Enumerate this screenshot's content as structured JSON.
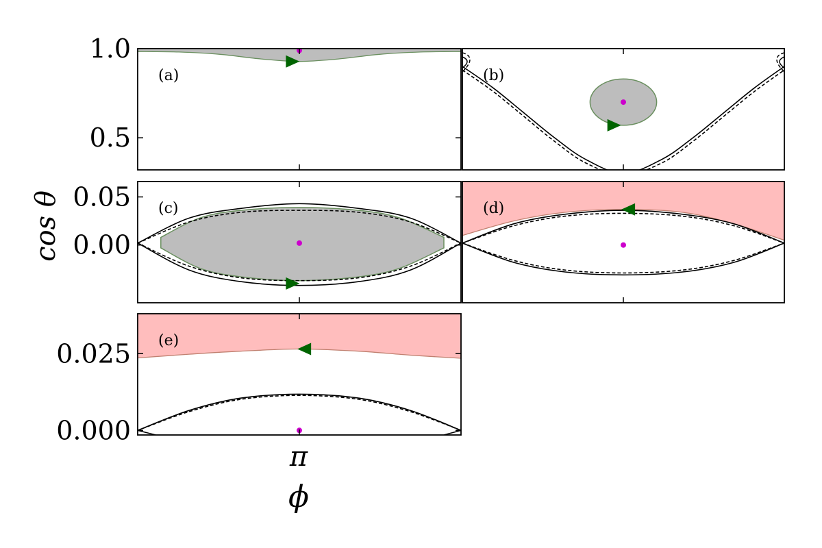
{
  "figure": {
    "ylabel": "cos θ",
    "xlabel": "ϕ",
    "xtick_label": "π",
    "colors": {
      "stable_fill": "#bdbdbd",
      "stable_edge": "#6a8f5f",
      "unstable_fill": "#ffbdbd",
      "unstable_edge": "#c08070",
      "fixed_point": "#cc00cc",
      "arrow": "#006400",
      "curve": "#000000"
    }
  },
  "chart_data": [
    {
      "panel": "(a)",
      "type": "line",
      "xlim": [
        0,
        6.2832
      ],
      "ylim": [
        0.32,
        1.0
      ],
      "yticks": [
        "0.5",
        "1.0"
      ],
      "ytick_values": [
        0.5,
        1.0
      ],
      "region": {
        "kind": "stable",
        "x": [
          0,
          0.8,
          1.6,
          2.4,
          3.1416,
          3.9,
          4.7,
          5.5,
          6.2832
        ],
        "lower": [
          0.984,
          0.981,
          0.968,
          0.942,
          0.928,
          0.942,
          0.968,
          0.981,
          0.984
        ],
        "upper_value": 1.0
      },
      "fixed_point": [
        3.1416,
        0.99
      ],
      "arrow": {
        "x": 3.0,
        "y": 0.928,
        "direction": "right"
      },
      "curves": []
    },
    {
      "panel": "(b)",
      "type": "line",
      "xlim": [
        0,
        6.2832
      ],
      "ylim": [
        0.32,
        1.0
      ],
      "yticks": [],
      "ytick_values": [],
      "region": {
        "kind": "stable-closed",
        "center": [
          3.1416,
          0.7
        ],
        "rx": 0.65,
        "ry": 0.13
      },
      "fixed_point": [
        3.1416,
        0.7
      ],
      "arrow": {
        "x": 2.95,
        "y": 0.57,
        "direction": "right"
      },
      "curves": [
        {
          "style": "solid",
          "x": [
            0,
            0.6,
            1.2,
            1.8,
            2.4,
            3.1416,
            3.9,
            4.5,
            5.1,
            5.7,
            6.2832
          ],
          "y": [
            0.9,
            0.78,
            0.64,
            0.5,
            0.38,
            0.3,
            0.38,
            0.5,
            0.64,
            0.78,
            0.9
          ]
        },
        {
          "style": "dashed",
          "x": [
            0,
            0.6,
            1.2,
            1.8,
            2.4,
            3.1416,
            3.9,
            4.5,
            5.1,
            5.7,
            6.2832
          ],
          "y": [
            0.88,
            0.76,
            0.62,
            0.48,
            0.36,
            0.29,
            0.36,
            0.48,
            0.62,
            0.76,
            0.88
          ]
        }
      ]
    },
    {
      "panel": "(c)",
      "type": "line",
      "xlim": [
        0,
        6.2832
      ],
      "ylim": [
        -0.06,
        0.066
      ],
      "yticks": [
        "0.00",
        "0.05"
      ],
      "ytick_values": [
        0.0,
        0.05
      ],
      "region": {
        "kind": "stable-closed-lens",
        "x": [
          0.45,
          1.2,
          2.0,
          3.1416,
          4.3,
          5.1,
          5.95
        ],
        "upper": [
          0.008,
          0.028,
          0.036,
          0.039,
          0.036,
          0.028,
          0.008
        ],
        "lower": [
          -0.003,
          -0.024,
          -0.033,
          -0.037,
          -0.033,
          -0.024,
          -0.003
        ]
      },
      "fixed_point": [
        3.1416,
        0.002
      ],
      "arrow": {
        "x": 3.0,
        "y": -0.04,
        "direction": "right"
      },
      "curves": [
        {
          "style": "solid",
          "x": [
            0,
            1.0,
            2.0,
            3.1416,
            4.3,
            5.3,
            6.2832
          ],
          "y": [
            0.002,
            0.028,
            0.038,
            0.043,
            0.038,
            0.028,
            0.002
          ]
        },
        {
          "style": "dashed",
          "x": [
            0,
            1.0,
            2.0,
            3.1416,
            4.3,
            5.3,
            6.2832
          ],
          "y": [
            0.002,
            0.024,
            0.034,
            0.036,
            0.034,
            0.024,
            0.002
          ]
        },
        {
          "style": "solid",
          "x": [
            0,
            1.0,
            2.0,
            3.1416,
            4.3,
            5.3,
            6.2832
          ],
          "y": [
            0.002,
            -0.026,
            -0.038,
            -0.042,
            -0.038,
            -0.026,
            0.002
          ]
        },
        {
          "style": "dashed",
          "x": [
            0,
            1.0,
            2.0,
            3.1416,
            4.3,
            5.3,
            6.2832
          ],
          "y": [
            0.002,
            -0.022,
            -0.034,
            -0.037,
            -0.034,
            -0.022,
            0.002
          ]
        }
      ]
    },
    {
      "panel": "(d)",
      "type": "line",
      "xlim": [
        0,
        6.2832
      ],
      "ylim": [
        -0.06,
        0.066
      ],
      "yticks": [],
      "ytick_values": [],
      "region": {
        "kind": "unstable",
        "x": [
          0,
          1.0,
          2.0,
          3.1416,
          4.3,
          5.3,
          6.2832
        ],
        "lower": [
          0.01,
          0.025,
          0.034,
          0.037,
          0.034,
          0.022,
          0.005
        ],
        "upper_value": 0.066
      },
      "fixed_point": [
        3.1416,
        0.0
      ],
      "arrow": {
        "x": 3.25,
        "y": 0.037,
        "direction": "left"
      },
      "curves": [
        {
          "style": "solid",
          "x": [
            0,
            1.0,
            2.0,
            3.1416,
            4.3,
            5.3,
            6.2832
          ],
          "y": [
            0.002,
            0.022,
            0.032,
            0.036,
            0.032,
            0.022,
            0.002
          ]
        },
        {
          "style": "dashed",
          "x": [
            0,
            1.0,
            2.0,
            3.1416,
            4.3,
            5.3,
            6.2832
          ],
          "y": [
            0.002,
            0.02,
            0.03,
            0.033,
            0.03,
            0.02,
            0.002
          ]
        },
        {
          "style": "solid",
          "x": [
            0,
            1.0,
            2.0,
            3.1416,
            4.3,
            5.3,
            6.2832
          ],
          "y": [
            0.002,
            -0.018,
            -0.028,
            -0.031,
            -0.028,
            -0.018,
            0.002
          ]
        },
        {
          "style": "dashed",
          "x": [
            0,
            1.0,
            2.0,
            3.1416,
            4.3,
            5.3,
            6.2832
          ],
          "y": [
            0.002,
            -0.016,
            -0.026,
            -0.029,
            -0.026,
            -0.016,
            0.002
          ]
        }
      ]
    },
    {
      "panel": "(e)",
      "type": "line",
      "xlim": [
        0,
        6.2832
      ],
      "ylim": [
        -0.0015,
        0.038
      ],
      "yticks": [
        "0.000",
        "0.025"
      ],
      "ytick_values": [
        0.0,
        0.025
      ],
      "region": {
        "kind": "unstable",
        "x": [
          0,
          1.0,
          2.0,
          3.1416,
          4.3,
          5.3,
          6.2832
        ],
        "lower": [
          0.0236,
          0.0248,
          0.0258,
          0.0265,
          0.0258,
          0.0245,
          0.0235
        ],
        "upper_value": 0.038
      },
      "fixed_point": [
        3.1416,
        0.0
      ],
      "arrow": {
        "x": 3.25,
        "y": 0.0265,
        "direction": "left"
      },
      "curves": [
        {
          "style": "solid",
          "x": [
            0,
            1.0,
            2.0,
            3.1416,
            4.3,
            5.3,
            6.2832
          ],
          "y": [
            0.0,
            0.0065,
            0.0105,
            0.0118,
            0.0105,
            0.0065,
            0.0
          ]
        },
        {
          "style": "dashed",
          "x": [
            0,
            1.0,
            2.0,
            3.1416,
            4.3,
            5.3,
            6.2832
          ],
          "y": [
            0.0,
            0.0061,
            0.0101,
            0.0114,
            0.0101,
            0.0061,
            0.0
          ]
        },
        {
          "style": "solid",
          "x": [
            0,
            0.35
          ],
          "y": [
            0.0,
            -0.0015
          ]
        },
        {
          "style": "solid",
          "x": [
            5.95,
            6.2832
          ],
          "y": [
            -0.0015,
            0.0
          ]
        }
      ]
    }
  ]
}
